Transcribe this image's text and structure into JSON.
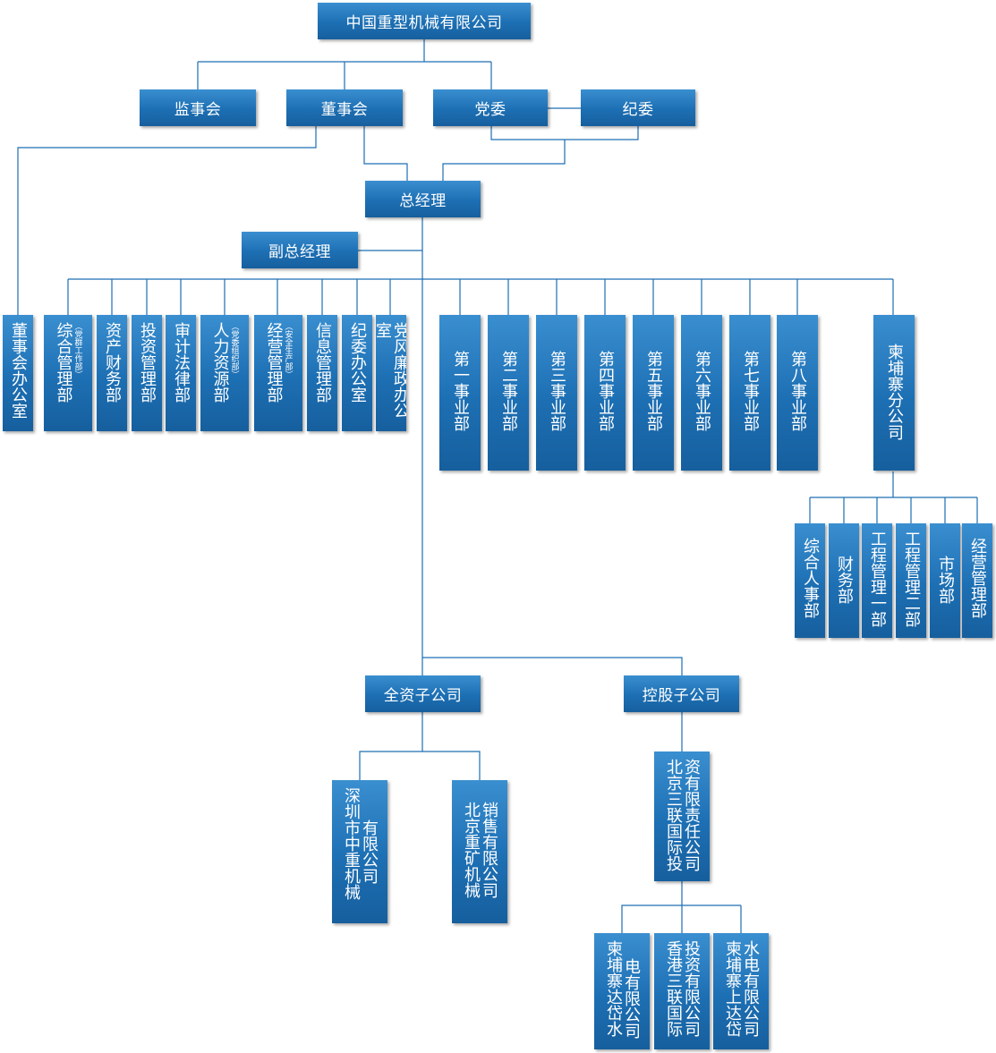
{
  "root": "中国重型机械有限公司",
  "governance": {
    "supervisory_board": "监事会",
    "board": "董事会",
    "party_committee": "党委",
    "discipline_committee": "纪委"
  },
  "gm": "总经理",
  "deputy_gm": "副总经理",
  "functional_departments": [
    {
      "name": "董事会办公室"
    },
    {
      "name": "综合管理部",
      "note": "（党群工作部）"
    },
    {
      "name": "资产财务部"
    },
    {
      "name": "投资管理部"
    },
    {
      "name": "审计法律部"
    },
    {
      "name": "人力资源部",
      "note": "（党委组织部）"
    },
    {
      "name": "经营管理部",
      "note": "（安全生产部）"
    },
    {
      "name": "信息管理部"
    },
    {
      "name": "纪委办公室"
    },
    {
      "name": "党风廉政办公室"
    }
  ],
  "business_units": [
    "第一事业部",
    "第二事业部",
    "第三事业部",
    "第四事业部",
    "第五事业部",
    "第六事业部",
    "第七事业部",
    "第八事业部"
  ],
  "cambodia_branch": {
    "name": "柬埔寨分公司",
    "departments": [
      "综合人事部",
      "财务部",
      "工程管理一部",
      "工程管理二部",
      "市场部",
      "经营管理部"
    ]
  },
  "wholly_owned": {
    "label": "全资子公司",
    "companies": [
      {
        "col1": "深圳市中重机械",
        "col2": "有限公司"
      },
      {
        "col1": "北京重矿机械",
        "col2": "销售有限公司"
      }
    ]
  },
  "holding": {
    "label": "控股子公司",
    "parent": {
      "col1": "北京三联国际投",
      "col2": "资有限责任公司"
    },
    "companies": [
      {
        "col1": "柬埔寨达岱水",
        "col2": "电有限公司"
      },
      {
        "col1": "香港三联国际",
        "col2": "投资有限公司"
      },
      {
        "col1": "柬埔寨上达岱",
        "col2": "水电有限公司"
      }
    ]
  }
}
